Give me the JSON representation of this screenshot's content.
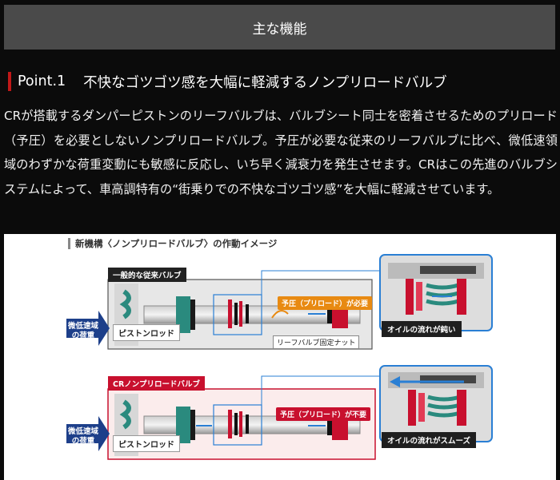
{
  "header": {
    "title": "主な機能"
  },
  "point": {
    "number": "Point.1",
    "title": "不快なゴツゴツ感を大幅に軽減するノンプリロードバルブ"
  },
  "description": "CRが搭載するダンパーピストンのリーフバルブは、バルブシート同士を密着させるためのプリロード（予圧）を必要としないノンプリロードバルブ。予圧が必要な従来のリーフバルブに比べ、微低速領域のわずかな荷重変動にも敏感に反応し、いち早く減衰力を発生させます。CRはこの先進のバルブシステムによって、車高調特有の“街乗りでの不快なゴツゴツ感”を大幅に軽減させています。",
  "figure": {
    "title": "新機構〈ノンプリロードバルブ〉の作動イメージ",
    "conventional": {
      "tag": "一般的な従来バルブ",
      "load_label": "微低速域の荷重",
      "rod_label": "ピストンロッド",
      "preload_callout": "予圧（プリロード）が必要",
      "nut_label": "リーフバルブ固定ナット",
      "flow_label": "オイルの流れが鈍い"
    },
    "cr": {
      "tag": "CRノンプリロードバルブ",
      "load_label": "微低速域の荷重",
      "rod_label": "ピストンロッド",
      "preload_callout": "予圧（プリロード）が不要",
      "flow_label": "オイルの流れがスムーズ"
    },
    "colors": {
      "accent_red": "#c8102e",
      "flow_blue": "#2a7fd4",
      "navy": "#1d3f8a",
      "teal": "#2a8a7e"
    }
  }
}
